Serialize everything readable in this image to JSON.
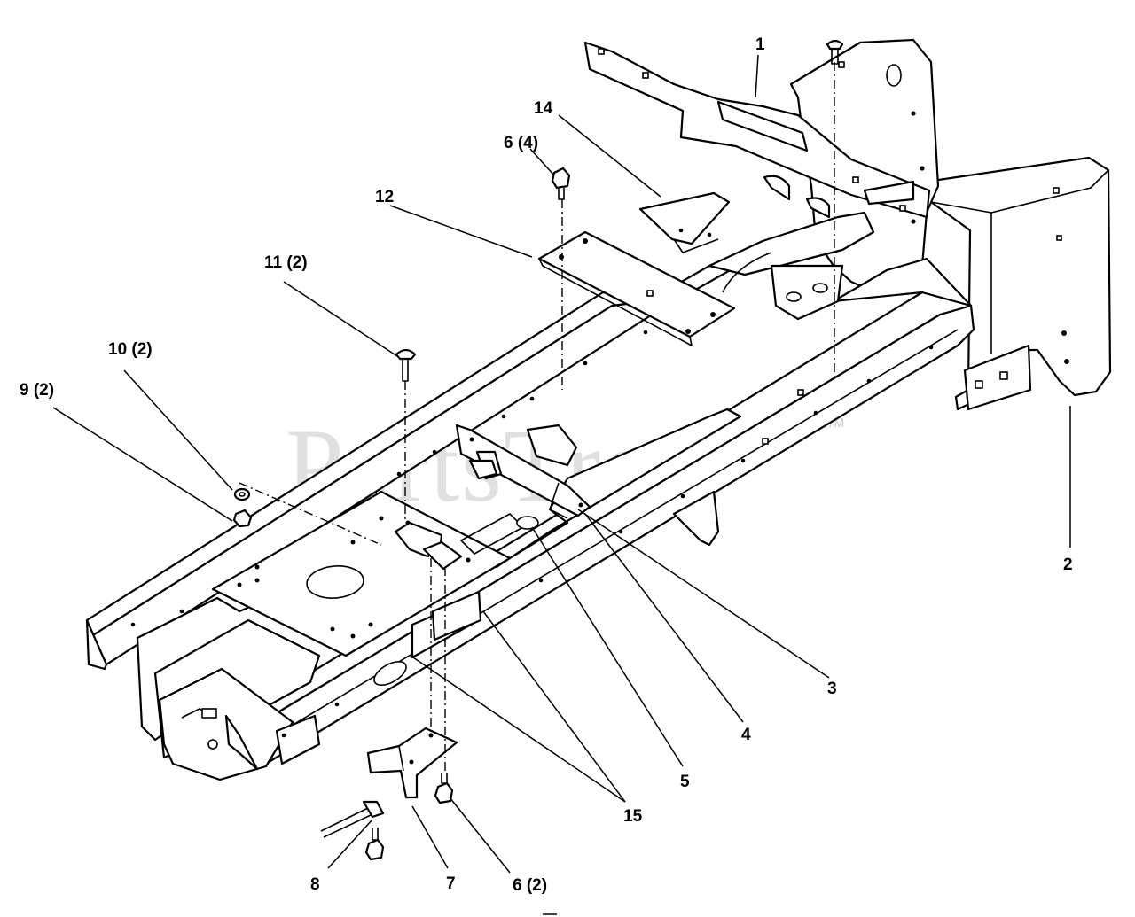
{
  "watermark": {
    "text": "PartsTree",
    "trademark": "TM"
  },
  "callouts": [
    {
      "id": "1",
      "label": "1"
    },
    {
      "id": "2",
      "label": "2"
    },
    {
      "id": "3",
      "label": "3"
    },
    {
      "id": "4",
      "label": "4"
    },
    {
      "id": "5",
      "label": "5"
    },
    {
      "id": "6-top",
      "label": "6 (4)"
    },
    {
      "id": "6-bottom",
      "label": "6 (2)"
    },
    {
      "id": "7",
      "label": "7"
    },
    {
      "id": "8",
      "label": "8"
    },
    {
      "id": "9",
      "label": "9 (2)"
    },
    {
      "id": "10",
      "label": "10 (2)"
    },
    {
      "id": "11",
      "label": "11 (2)"
    },
    {
      "id": "12",
      "label": "12"
    },
    {
      "id": "14",
      "label": "14"
    },
    {
      "id": "15",
      "label": "15"
    }
  ]
}
